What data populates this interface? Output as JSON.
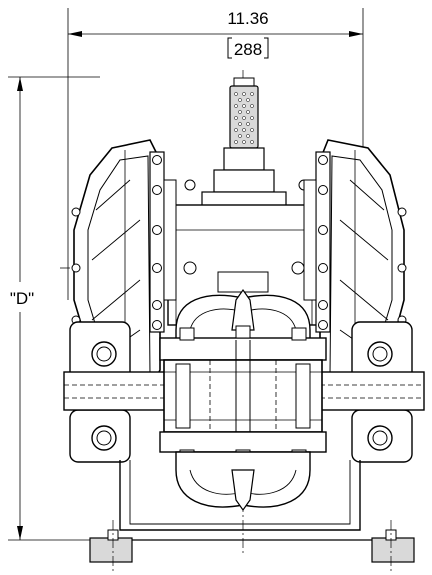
{
  "dimensions": {
    "width_in": "11.36",
    "width_mm": "288",
    "height_label": "\"D\""
  },
  "colors": {
    "line": "#000000",
    "background": "#ffffff",
    "shade": "#d9d9d9"
  }
}
